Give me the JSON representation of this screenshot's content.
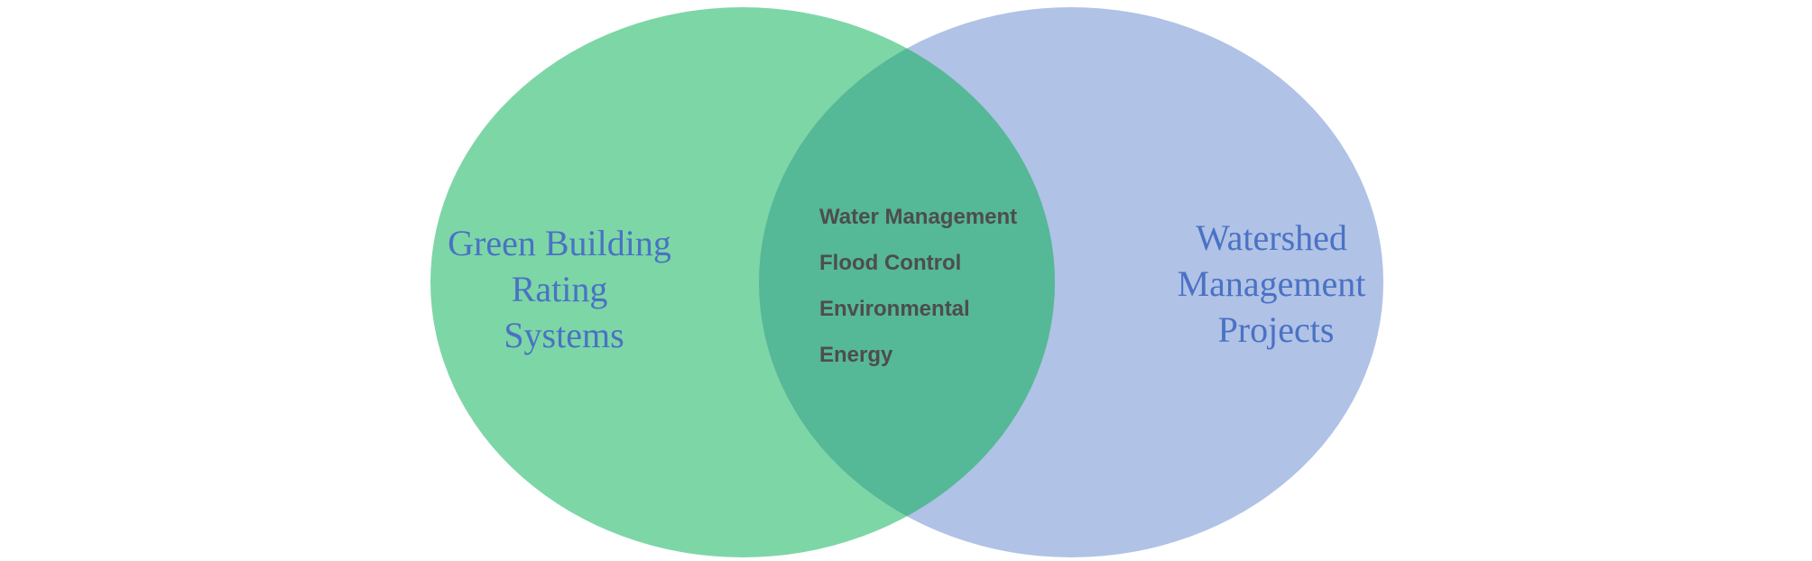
{
  "diagram": {
    "type": "venn",
    "colors": {
      "left_fill": "#7dd6a6",
      "right_fill": "#b0c2e6",
      "overlap_fill": "#55b896",
      "set_label_text": "#4a72c4",
      "overlap_text": "#4d4d4d"
    },
    "left_set": {
      "label_lines": [
        "Green Building",
        "Rating",
        "Systems"
      ]
    },
    "right_set": {
      "label_lines": [
        "Watershed",
        "Management",
        "Projects"
      ]
    },
    "overlap": {
      "items": [
        "Water Management",
        "Flood Control",
        "Environmental",
        "Energy"
      ]
    }
  }
}
